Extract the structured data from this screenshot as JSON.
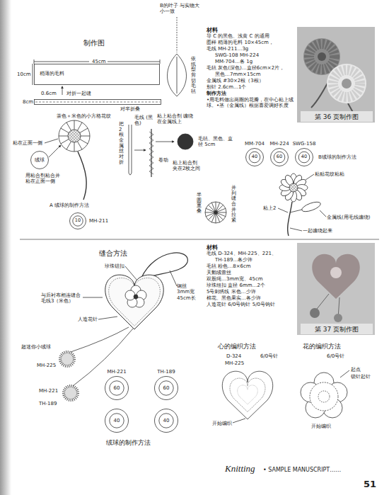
{
  "diagram": {
    "title": "制作图",
    "nodes": [
      {
        "text": [
          "稍薄的毛料"
        ]
      },
      {
        "text": [
          "对半折叠"
        ]
      },
      {
        "text": [
          "第 36 页制作图"
        ]
      },
      {
        "text": [
          "绒球"
        ]
      },
      {
        "text": [
          "10",
          "MH-211"
        ]
      },
      {
        "text": [
          "MM-704",
          "40"
        ]
      },
      {
        "text": [
          "MH-224",
          "60"
        ]
      },
      {
        "text": [
          "SWG-158",
          "40"
        ]
      },
      {
        "text": [
          "MH-221",
          "60"
        ]
      },
      {
        "text": [
          "TH-189",
          "60"
        ]
      },
      {
        "text": [
          "40"
        ]
      },
      {
        "text": [
          "40"
        ]
      },
      {
        "text": [
          "第 37 页制作图"
        ]
      }
    ],
    "labels": [
      "B的叶子 与实物大小一致",
      "45cm",
      "10cm",
      "0.6cm",
      "对折一起缝",
      "8cm",
      "依纸型剪切毛毡",
      "茶色＋米色的小方格花纹",
      "粘在正面一侧",
      "用粘合剂粘合并 粘在正面一侧",
      "A 绒球的制作方法",
      "把2根金属丝对折",
      "毛线 (黑色)",
      "粘上粘合剂 缠绕在金属线上",
      "卷动",
      "粘上粘合剂 夹在2枚之间",
      "毛毡、黑色、直径 5cm",
      "半圆重叠",
      "并列缝合并拉紧",
      "B绒球的制作方法",
      "粘贴花纹粘粘",
      "粘上2",
      "金属线(用毛线缠绕)",
      "一起缠绕起来",
      "材料",
      "导 C 的黑色、浅黄 C 的通用",
      "图样 稍薄的毛料 10×45cm，",
      "毛线 MH-211…3g",
      "SWG-108 MH-224",
      "MM-704…各 1g",
      "毛毡 灰色(深色)…直径6cm×2片，",
      "黑色…7mm×15cm",
      "金属线 #30×2根（3根）",
      "别针 2.6cm…1个",
      "制作方法",
      "•用毛料做出两圈的花瓣，在中心粘上绒球。•茎（金属线）根据喜爱调好长度",
      "缝合方法",
      "珍珠钮扣",
      "与后衬布相连缝合 毛线3（米色）",
      "人造花针",
      "钢丝 3mm宽 45cm长",
      "超迷你小绒球",
      "MH-225",
      "MH-221",
      "TH-189",
      "绒球的制作方法",
      "材料",
      "毛线 D-324、MH-225、221、",
      "TH-189…各少许",
      "毛毡 粉色…8×6cm",
      "天鹅绒蕾丝",
      "双股绳…3mm宽、45cm",
      "珍珠纽扣 直径 6mm…2个",
      "5号刺绣线 米色…少许",
      "棉花、黑色果实…各少许",
      "人造花针 6/0号钩针 5/0号钩针",
      "心的编织方法",
      "花的编织方法",
      "D-324",
      "MH-225",
      "6/0号针",
      "开始编织",
      "6/0号针",
      "起点",
      "锁针起针",
      "开始编织",
      "Knitting",
      "• SAMPLE MANUSCRIPT……",
      "51"
    ]
  }
}
